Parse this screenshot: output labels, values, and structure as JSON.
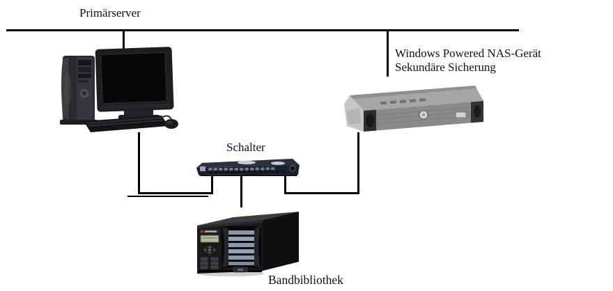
{
  "diagram": {
    "labels": {
      "primary_server": "Primärserver",
      "nas_line1": "Windows Powered NAS-Gerät",
      "nas_line2": "Sekundäre Sicherung",
      "switch": "Schalter",
      "tape_library": "Bandbibliothek"
    },
    "nodes": [
      {
        "id": "primary-server",
        "label": "Primärserver",
        "type": "desktop-computer"
      },
      {
        "id": "nas-device",
        "label": "Windows Powered NAS-Gerät Sekundäre Sicherung",
        "type": "rack-nas"
      },
      {
        "id": "switch",
        "label": "Schalter",
        "type": "network-switch"
      },
      {
        "id": "tape-library",
        "label": "Bandbibliothek",
        "type": "tape-library"
      }
    ],
    "connections": [
      {
        "from": "network-backbone",
        "to": "primary-server"
      },
      {
        "from": "network-backbone",
        "to": "nas-label"
      },
      {
        "from": "primary-server",
        "to": "switch-left-port"
      },
      {
        "from": "switch-center-port",
        "to": "tape-library"
      },
      {
        "from": "switch-right-port",
        "to": "nas-device"
      }
    ],
    "colors": {
      "background": "#ffffff",
      "line": "#000000",
      "text": "#111111"
    }
  }
}
